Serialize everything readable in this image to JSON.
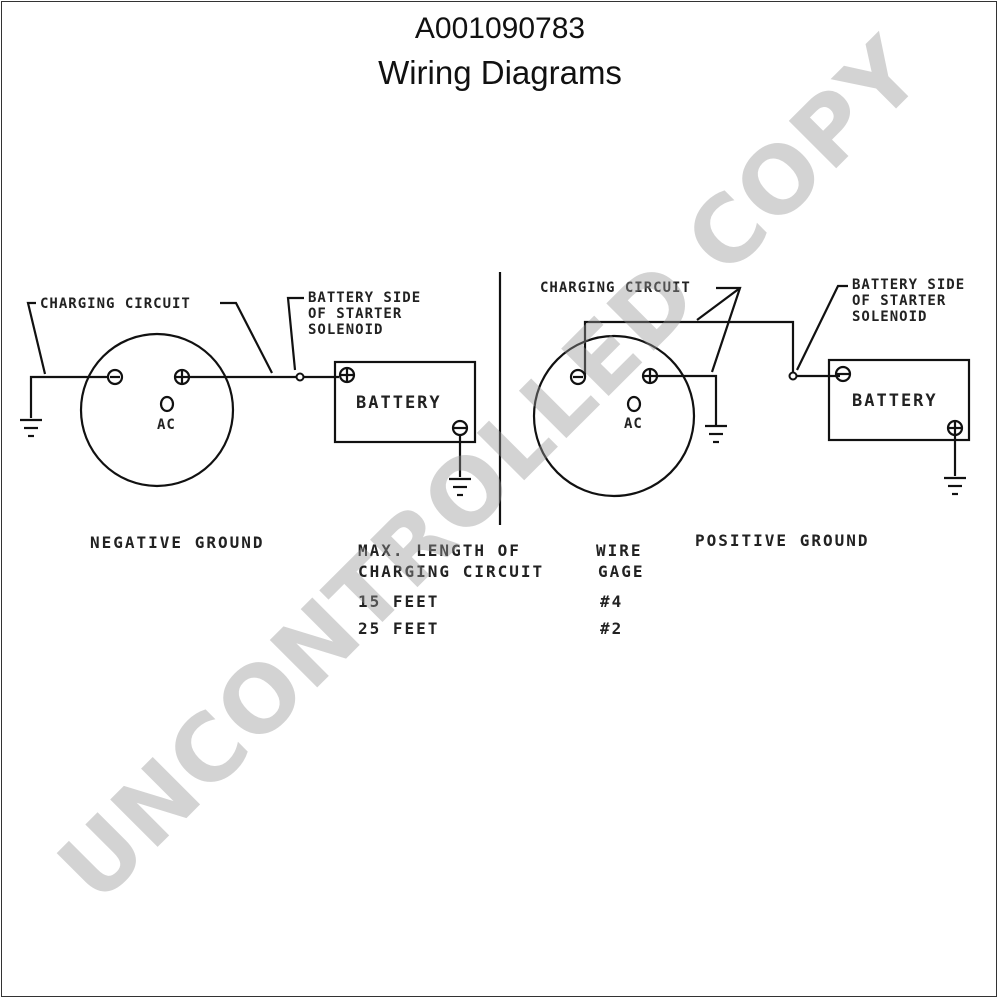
{
  "header": {
    "doc_id": "A001090783",
    "title": "Wiring Diagrams"
  },
  "negative": {
    "charging_label": "CHARGING CIRCUIT",
    "solenoid_line1": "BATTERY SIDE",
    "solenoid_line2": "OF STARTER",
    "solenoid_line3": "SOLENOID",
    "ac_label": "AC",
    "battery_label": "BATTERY",
    "ground_label": "NEGATIVE GROUND"
  },
  "positive": {
    "charging_label": "CHARGING CIRCUIT",
    "solenoid_line1": "BATTERY SIDE",
    "solenoid_line2": "OF STARTER",
    "solenoid_line3": "SOLENOID",
    "ac_label": "AC",
    "battery_label": "BATTERY",
    "ground_label": "POSITIVE GROUND"
  },
  "table": {
    "col1_line1": "MAX. LENGTH OF",
    "col1_line2": "CHARGING CIRCUIT",
    "col2_line1": "WIRE",
    "col2_line2": "GAGE",
    "rows": [
      {
        "length": "15 FEET",
        "gage": "#4"
      },
      {
        "length": "25 FEET",
        "gage": "#2"
      }
    ]
  },
  "watermark": "UNCONTROLLED COPY",
  "colors": {
    "ink": "#111111",
    "watermark": "#969696"
  }
}
